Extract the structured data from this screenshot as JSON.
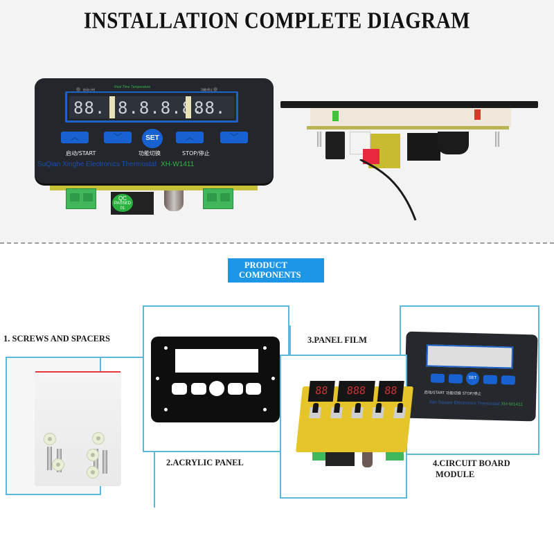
{
  "header": {
    "title": "INSTALLATION COMPLETE DIAGRAM"
  },
  "device": {
    "realtime_label": "Real Time Temperature",
    "left_indicator_label": "启动/小时",
    "right_indicator_label": "功能/停止",
    "display_digits": [
      "88.",
      "8.8.8.8.",
      "88."
    ],
    "buttons": {
      "up_1": "︿",
      "down_1": "﹀",
      "set": "SET",
      "up_2": "︿",
      "down_2": "﹀"
    },
    "button_labels": {
      "start": "启动/START",
      "function": "功能切换",
      "stop": "STOP/停止"
    },
    "brand": "SuQian Xinghe Electronics Thermostat",
    "model": "XH-W1411",
    "qc_sticker": {
      "line1": "QC",
      "line2": "PASSED",
      "line3": "01"
    }
  },
  "section": {
    "badge_line1": "PRODUCT",
    "badge_line2": "COMPONENTS"
  },
  "components": [
    {
      "label": "1. SCREWS AND SPACERS"
    },
    {
      "label": "2.ACRYLIC PANEL"
    },
    {
      "label": "3.PANEL FILM"
    },
    {
      "label_line1": "4.CIRCUIT BOARD",
      "label_line2": "MODULE"
    }
  ],
  "board": {
    "digits": [
      "88",
      "888",
      "88"
    ]
  },
  "film": {
    "set": "SET",
    "labels": "启动/START     功能切换     STOP/停止",
    "brand": "Jian Square Electronics Thermostat",
    "model": "XH-W1411"
  },
  "colors": {
    "accent_blue": "#1e96e6",
    "frame_blue": "#5bb8d9",
    "button_blue": "#1762d0",
    "pcb_yellow": "#e6c52a",
    "terminal_green": "#3fb75a"
  }
}
